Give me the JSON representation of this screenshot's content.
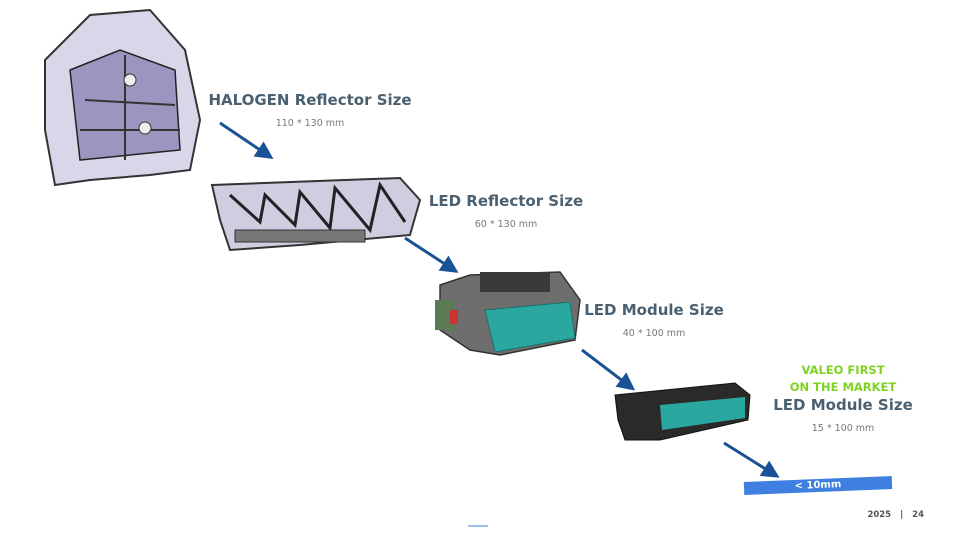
{
  "stages": [
    {
      "title": "HALOGEN Reflector Size",
      "dimension": "110 * 130 mm"
    },
    {
      "title": "LED Reflector Size",
      "dimension": "60 * 130 mm"
    },
    {
      "title": "LED Module Size",
      "dimension": "40 * 100 mm"
    },
    {
      "title": "LED Module Size",
      "dimension": "15 * 100 mm",
      "highlight_line1": "VALEO FIRST",
      "highlight_line2": "ON THE MARKET"
    }
  ],
  "badge": "< 10mm",
  "footer": {
    "year": "2025",
    "separator": "|",
    "page": "24"
  },
  "colors": {
    "title": "#4a6070",
    "highlight": "#7ed321",
    "arrow": "#1a5296",
    "badge": "#3f7fe0",
    "teal": "#2aa8a0"
  }
}
